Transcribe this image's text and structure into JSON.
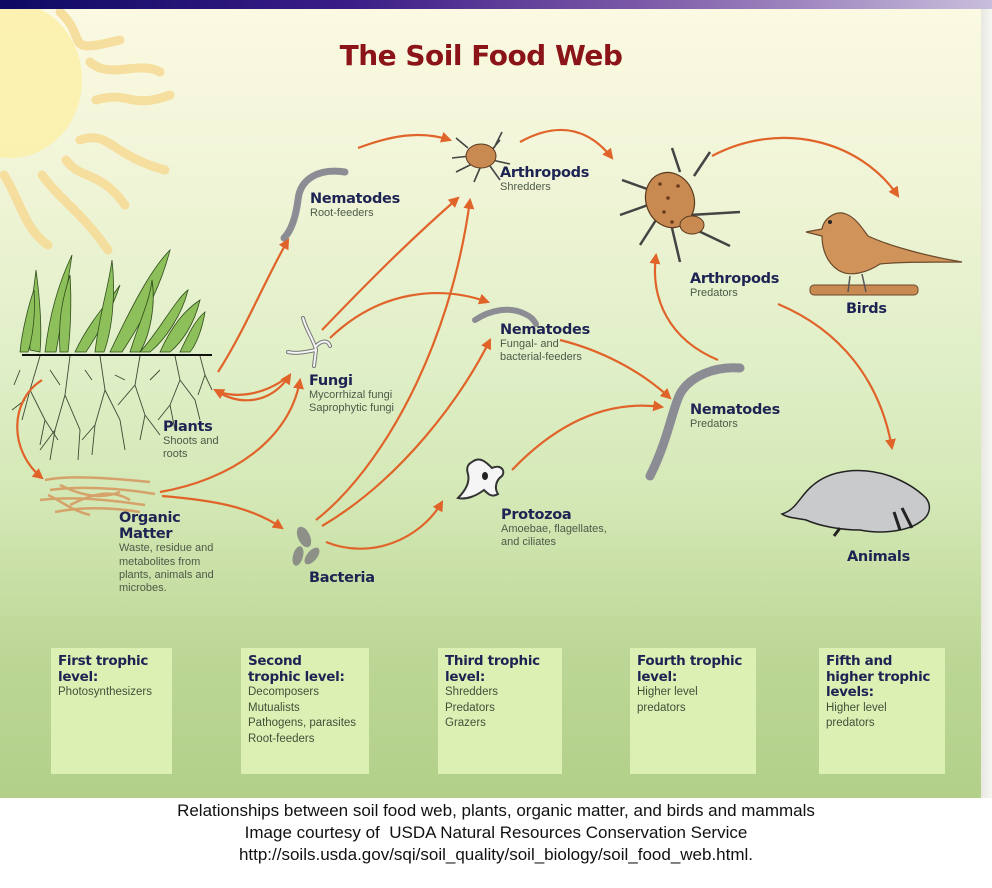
{
  "title": "The Soil Food Web",
  "colors": {
    "title": "#8b1418",
    "label_heading": "#1d2453",
    "label_sub": "#4c5a48",
    "arrow": "#e0642a",
    "organism_tan": "#d0935a",
    "nematode_gray": "#8c8c94",
    "grass_green": "#8dbf5a",
    "box_fill": "#dcf0b4"
  },
  "nodes": {
    "plants": {
      "name": "Plants",
      "desc": "Shoots and roots",
      "icon": "plant-icon"
    },
    "organic_matter": {
      "name": "Organic Matter",
      "desc_lines": [
        "Waste, residue and",
        "metabolites from",
        "plants, animals and",
        "microbes."
      ],
      "icon": "organic-matter-icon"
    },
    "nematodes_root": {
      "name": "Nematodes",
      "desc": "Root-feeders",
      "icon": "nematode-icon"
    },
    "fungi": {
      "name": "Fungi",
      "desc_lines": [
        "Mycorrhizal fungi",
        "Saprophytic fungi"
      ],
      "icon": "fungi-icon"
    },
    "bacteria": {
      "name": "Bacteria",
      "icon": "bacteria-icon"
    },
    "arthropods_shredders": {
      "name": "Arthropods",
      "desc": "Shredders",
      "icon": "mite-icon"
    },
    "nematodes_fb": {
      "name": "Nematodes",
      "desc_lines": [
        "Fungal- and",
        "bacterial-feeders"
      ],
      "icon": "nematode-icon"
    },
    "protozoa": {
      "name": "Protozoa",
      "desc_lines": [
        "Amoebae, flagellates,",
        "and ciliates"
      ],
      "icon": "amoeba-icon"
    },
    "arthropods_predators": {
      "name": "Arthropods",
      "desc": "Predators",
      "icon": "mite-icon"
    },
    "nematodes_predators": {
      "name": "Nematodes",
      "desc": "Predators",
      "icon": "nematode-icon"
    },
    "birds": {
      "name": "Birds",
      "icon": "bird-icon"
    },
    "animals": {
      "name": "Animals",
      "icon": "mole-icon"
    }
  },
  "edges": [
    [
      "plants",
      "organic_matter"
    ],
    [
      "plants",
      "nematodes_root"
    ],
    [
      "plants",
      "fungi"
    ],
    [
      "fungi",
      "plants"
    ],
    [
      "organic_matter",
      "fungi"
    ],
    [
      "organic_matter",
      "bacteria"
    ],
    [
      "nematodes_root",
      "arthropods_shredders"
    ],
    [
      "fungi",
      "arthropods_shredders"
    ],
    [
      "fungi",
      "nematodes_fb"
    ],
    [
      "bacteria",
      "arthropods_shredders"
    ],
    [
      "bacteria",
      "nematodes_fb"
    ],
    [
      "bacteria",
      "protozoa"
    ],
    [
      "arthropods_shredders",
      "arthropods_predators"
    ],
    [
      "nematodes_fb",
      "nematodes_predators"
    ],
    [
      "protozoa",
      "nematodes_predators"
    ],
    [
      "nematodes_predators",
      "arthropods_predators"
    ],
    [
      "arthropods_predators",
      "birds"
    ],
    [
      "arthropods_predators",
      "animals"
    ]
  ],
  "trophic_levels": [
    {
      "heading_lines": [
        "First trophic",
        "level:"
      ],
      "items": [
        "Photosynthesizers"
      ]
    },
    {
      "heading_lines": [
        "Second",
        "trophic level:"
      ],
      "items": [
        "Decomposers",
        "Mutualists",
        "Pathogens, parasites",
        "Root-feeders"
      ]
    },
    {
      "heading_lines": [
        "Third trophic",
        "level:"
      ],
      "items": [
        "Shredders",
        "Predators",
        "Grazers"
      ]
    },
    {
      "heading_lines": [
        "Fourth trophic",
        "level:"
      ],
      "items": [
        "Higher level",
        "predators"
      ]
    },
    {
      "heading_lines": [
        "Fifth and",
        "higher trophic",
        "levels:"
      ],
      "items": [
        "Higher level",
        "predators"
      ]
    }
  ],
  "caption": {
    "line1": "Relationships between soil food web, plants, organic matter, and birds and mammals",
    "line2": "Image courtesy of  USDA Natural Resources Conservation Service",
    "line3": "http://soils.usda.gov/sqi/soil_quality/soil_biology/soil_food_web.html."
  }
}
